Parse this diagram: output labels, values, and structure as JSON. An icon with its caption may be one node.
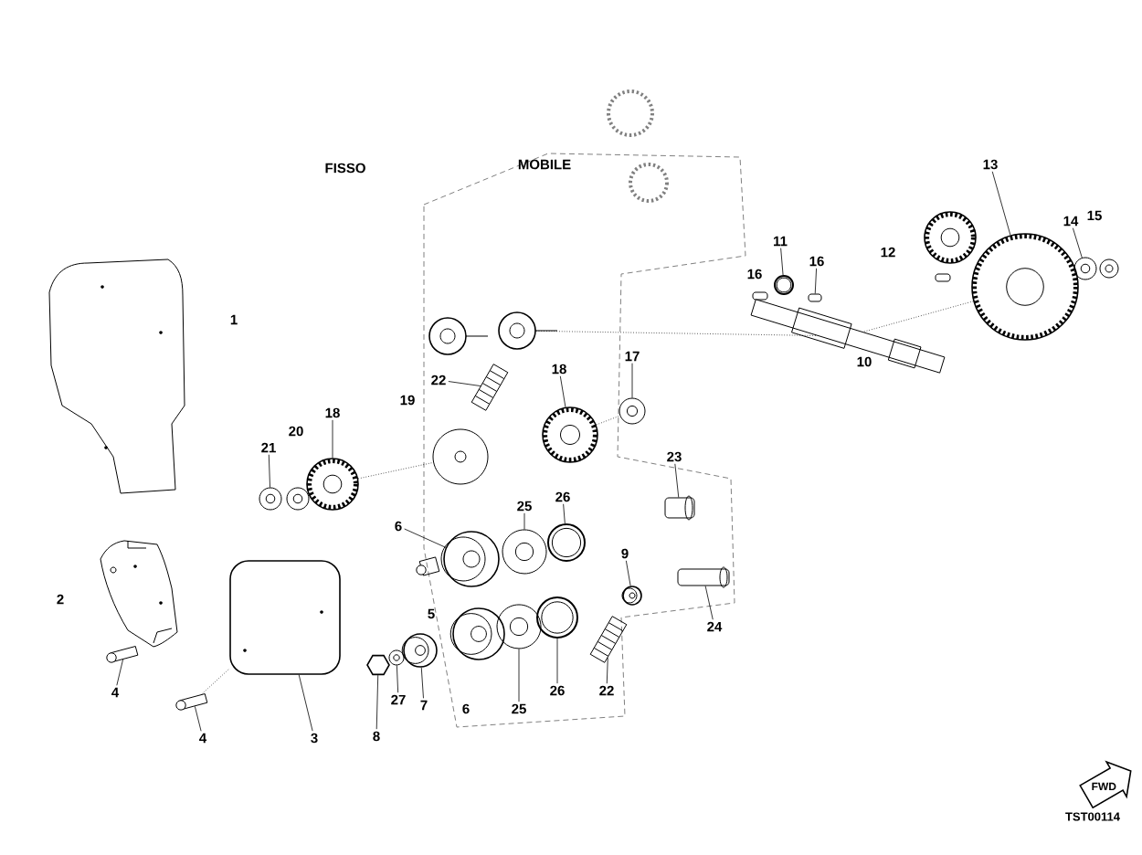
{
  "diagram": {
    "nodes": [
      {
        "text": [
          "13"
        ]
      },
      {
        "text": [],
        "shape": "gear"
      },
      {
        "text": [
          "14"
        ]
      },
      {
        "text": [],
        "shape": "washer"
      },
      {
        "text": [
          "11"
        ]
      },
      {
        "text": [],
        "shape": "ring"
      },
      {
        "text": [
          "16"
        ]
      },
      {
        "text": [],
        "shape": "key"
      },
      {
        "text": [
          "17"
        ]
      },
      {
        "text": [],
        "shape": "washer"
      },
      {
        "text": [
          "18"
        ]
      },
      {
        "text": [],
        "shape": "gear"
      },
      {
        "text": [
          "22"
        ]
      },
      {
        "text": [],
        "shape": "bearing"
      },
      {
        "text": [
          "18"
        ]
      },
      {
        "text": [],
        "shape": "gear"
      },
      {
        "text": [
          "21"
        ]
      },
      {
        "text": [],
        "shape": "washer"
      },
      {
        "text": [
          "23"
        ]
      },
      {
        "text": [],
        "shape": "pin"
      },
      {
        "text": [
          "26"
        ]
      },
      {
        "text": [],
        "shape": "ring"
      },
      {
        "text": [
          "25"
        ]
      },
      {
        "text": [],
        "shape": "washer"
      },
      {
        "text": [
          "6"
        ]
      },
      {
        "text": [],
        "shape": "bushing"
      },
      {
        "text": [
          "9"
        ]
      },
      {
        "text": [],
        "shape": "bushing"
      },
      {
        "text": [
          "24"
        ]
      },
      {
        "text": [],
        "shape": "pin"
      },
      {
        "text": [
          "4"
        ]
      },
      {
        "text": [],
        "shape": "bolt"
      },
      {
        "text": [
          "4"
        ]
      },
      {
        "text": [],
        "shape": "bolt"
      },
      {
        "text": [
          "3"
        ]
      },
      {
        "text": [],
        "shape": "cover"
      },
      {
        "text": [
          "8"
        ]
      },
      {
        "text": [],
        "shape": "nut"
      },
      {
        "text": [
          "27"
        ]
      },
      {
        "text": [],
        "shape": "washer"
      },
      {
        "text": [
          "7"
        ]
      },
      {
        "text": [],
        "shape": "bushing"
      },
      {
        "text": [
          "25"
        ]
      },
      {
        "text": [],
        "shape": "washer"
      },
      {
        "text": [
          "26"
        ]
      },
      {
        "text": [],
        "shape": "ring"
      },
      {
        "text": [
          "22"
        ]
      },
      {
        "text": [],
        "shape": "bearing"
      },
      {
        "text": [],
        "shape": "gear"
      },
      {
        "text": [],
        "shape": "washer"
      },
      {
        "text": [],
        "shape": "key"
      },
      {
        "text": [],
        "shape": "key"
      },
      {
        "text": [],
        "shape": "roller"
      },
      {
        "text": [],
        "shape": "roller"
      },
      {
        "text": [],
        "shape": "washer"
      },
      {
        "text": [],
        "shape": "disc"
      },
      {
        "text": [],
        "shape": "bushing"
      },
      {
        "text": [],
        "shape": "shaft"
      },
      {
        "text": [],
        "shape": "bolt"
      }
    ],
    "edges": [
      {
        "from": 0,
        "to": 1,
        "arrow": "none"
      },
      {
        "from": 2,
        "to": 3,
        "arrow": "none"
      },
      {
        "from": 4,
        "to": 5,
        "arrow": "none"
      },
      {
        "from": 6,
        "to": 7,
        "arrow": "none"
      },
      {
        "from": 8,
        "to": 9,
        "arrow": "none"
      },
      {
        "from": 10,
        "to": 11,
        "arrow": "none"
      },
      {
        "from": 12,
        "to": 13,
        "arrow": "none"
      },
      {
        "from": 14,
        "to": 15,
        "arrow": "none"
      },
      {
        "from": 16,
        "to": 17,
        "arrow": "none"
      },
      {
        "from": 18,
        "to": 19,
        "arrow": "none"
      },
      {
        "from": 20,
        "to": 21,
        "arrow": "none"
      },
      {
        "from": 22,
        "to": 23,
        "arrow": "none"
      },
      {
        "from": 24,
        "to": 25,
        "arrow": "none"
      },
      {
        "from": 26,
        "to": 27,
        "arrow": "none"
      },
      {
        "from": 28,
        "to": 29,
        "arrow": "none"
      },
      {
        "from": 30,
        "to": 31,
        "arrow": "none"
      },
      {
        "from": 32,
        "to": 33,
        "arrow": "none"
      },
      {
        "from": 34,
        "to": 35,
        "arrow": "none"
      },
      {
        "from": 36,
        "to": 37,
        "arrow": "none"
      },
      {
        "from": 38,
        "to": 39,
        "arrow": "none"
      },
      {
        "from": 40,
        "to": 41,
        "arrow": "none"
      },
      {
        "from": 42,
        "to": 43,
        "arrow": "none"
      },
      {
        "from": 44,
        "to": 45,
        "arrow": "none"
      },
      {
        "from": 46,
        "to": 47,
        "arrow": "none"
      },
      {
        "from": 53,
        "to": 57,
        "arrow": "none",
        "style": "dashed"
      },
      {
        "from": 11,
        "to": 9,
        "arrow": "none",
        "style": "dashed"
      },
      {
        "from": 1,
        "to": 57,
        "arrow": "none",
        "style": "dashed"
      },
      {
        "from": 15,
        "to": 55,
        "arrow": "none",
        "style": "dashed"
      },
      {
        "from": 33,
        "to": 35,
        "arrow": "none",
        "style": "dashed"
      }
    ],
    "labels": [
      "FISSO",
      "MOBILE",
      "1",
      "20",
      "19",
      "16",
      "12",
      "15",
      "10",
      "2",
      "5",
      "6",
      "FWD",
      "TST00114"
    ]
  }
}
